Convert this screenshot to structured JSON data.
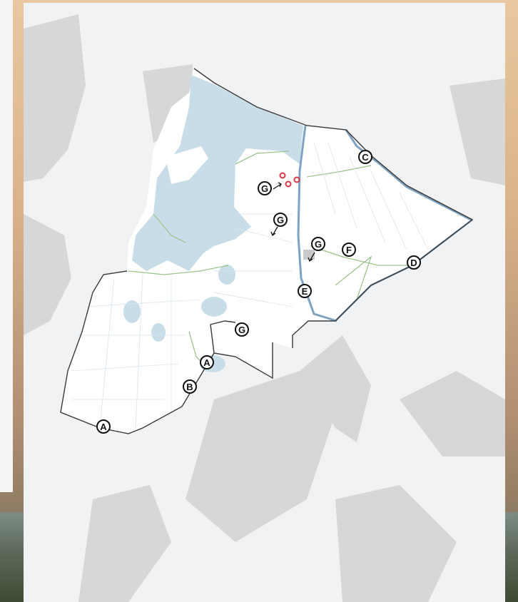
{
  "map": {
    "colors": {
      "water": "#c9dde9",
      "region_fill": "#ffffff",
      "boundary": "#3a3a3a",
      "canal": "#7ea3c2",
      "path_green": "#9cc48d",
      "built_up": "#d2d3d5",
      "highlight_red": "#e0374a"
    },
    "labels": [
      {
        "id": "a1",
        "text": "A"
      },
      {
        "id": "a2",
        "text": "A"
      },
      {
        "id": "b",
        "text": "B"
      },
      {
        "id": "c",
        "text": "C"
      },
      {
        "id": "d",
        "text": "D"
      },
      {
        "id": "e",
        "text": "E"
      },
      {
        "id": "f",
        "text": "F"
      },
      {
        "id": "g1",
        "text": "G"
      },
      {
        "id": "g2",
        "text": "G"
      },
      {
        "id": "g3",
        "text": "G"
      },
      {
        "id": "g4",
        "text": "G"
      }
    ]
  }
}
